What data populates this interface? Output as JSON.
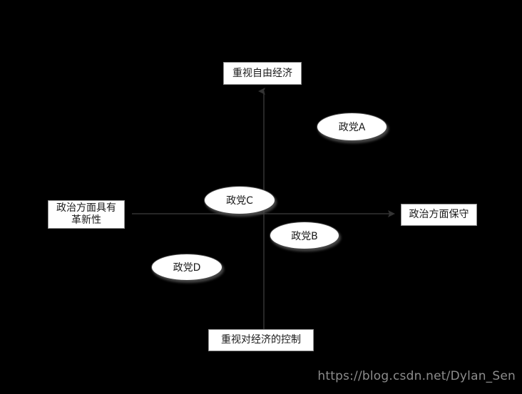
{
  "diagram": {
    "type": "two-axis-positioning-matrix",
    "background_color": "#000000",
    "axis_color": "#333333",
    "box_fill": "#ffffff",
    "box_border": "#8f8f8f",
    "text_color": "#1a1a1a",
    "axis_labels": {
      "top": "重视自由经济",
      "right": "政治方面保守",
      "left": "政治方面具有\n革新性",
      "bottom": "重视对经济的控制"
    },
    "nodes": [
      {
        "id": "A",
        "label": "政党A",
        "quadrant": "upper-right"
      },
      {
        "id": "C",
        "label": "政党C",
        "quadrant": "center-upper-left"
      },
      {
        "id": "B",
        "label": "政党B",
        "quadrant": "lower-right"
      },
      {
        "id": "D",
        "label": "政党D",
        "quadrant": "lower-left"
      }
    ]
  },
  "watermark": {
    "text": "https://blog.csdn.net/Dylan_Sen",
    "color": "#8c8c8c"
  }
}
